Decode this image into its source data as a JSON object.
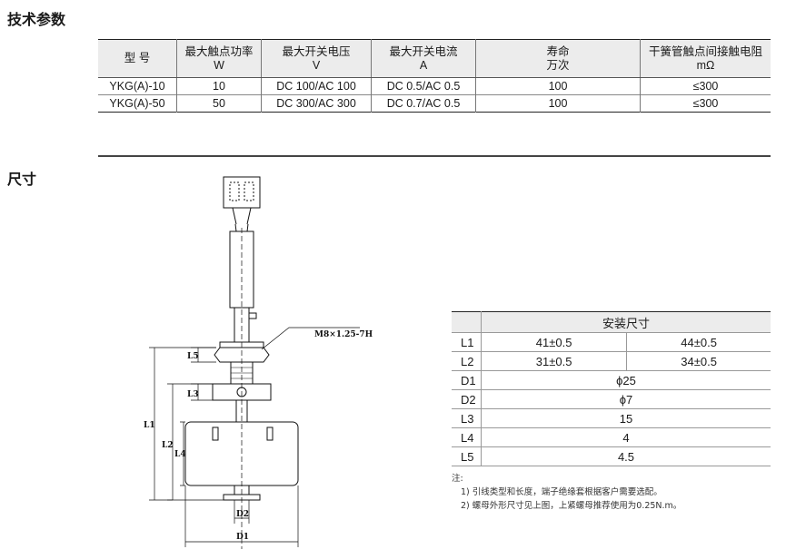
{
  "sections": {
    "tech_params": "技术参数",
    "dimensions": "尺寸"
  },
  "spec_table": {
    "headers": [
      [
        "型 号"
      ],
      [
        "最大触点功率",
        "W"
      ],
      [
        "最大开关电压",
        "V"
      ],
      [
        "最大开关电流",
        "A"
      ],
      [
        "寿命",
        "万次"
      ],
      [
        "干簧管触点间接触电阻",
        "mΩ"
      ]
    ],
    "rows": [
      [
        "YKG(A)-10",
        "10",
        "DC 100/AC 100",
        "DC 0.5/AC 0.5",
        "100",
        "≤300"
      ],
      [
        "YKG(A)-50",
        "50",
        "DC 300/AC 300",
        "DC 0.7/AC 0.5",
        "100",
        "≤300"
      ]
    ]
  },
  "mount_table": {
    "header": "安装尺寸",
    "rows": [
      {
        "label": "L1",
        "a": "41±0.5",
        "b": "44±0.5"
      },
      {
        "label": "L2",
        "a": "31±0.5",
        "b": "34±0.5"
      },
      {
        "label": "D1",
        "v": "ϕ25"
      },
      {
        "label": "D2",
        "v": "ϕ7"
      },
      {
        "label": "L3",
        "v": "15"
      },
      {
        "label": "L4",
        "v": "4"
      },
      {
        "label": "L5",
        "v": "4.5"
      }
    ]
  },
  "notes": {
    "title": "注:",
    "lines": [
      "1) 引线类型和长度，端子绝缘套根据客户需要选配。",
      "2) 螺母外形尺寸见上图，上紧螺母推荐使用为0.25N.m。"
    ]
  },
  "drawing": {
    "thread_label": "M8×1.25-7H",
    "dim_labels": {
      "L1": "L1",
      "L2": "L2",
      "L3": "L3",
      "L4": "L4",
      "L5": "L5",
      "D1": "D1",
      "D2": "D2"
    }
  }
}
